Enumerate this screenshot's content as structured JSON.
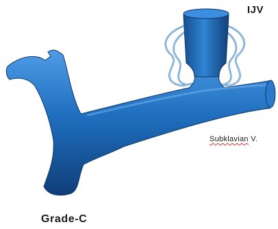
{
  "labels": {
    "ijv": "IJV",
    "subclavian_word": "Subklavian",
    "subclavian_suffix": "V.",
    "grade": "Grade-C"
  },
  "colors": {
    "vessel_fill": "#1f6fbf",
    "vessel_dark": "#0f3e78",
    "vessel_highlight": "#4f9ce6",
    "collateral_stroke": "#3a7fbf",
    "collateral_highlight": "#d6e8f7"
  }
}
